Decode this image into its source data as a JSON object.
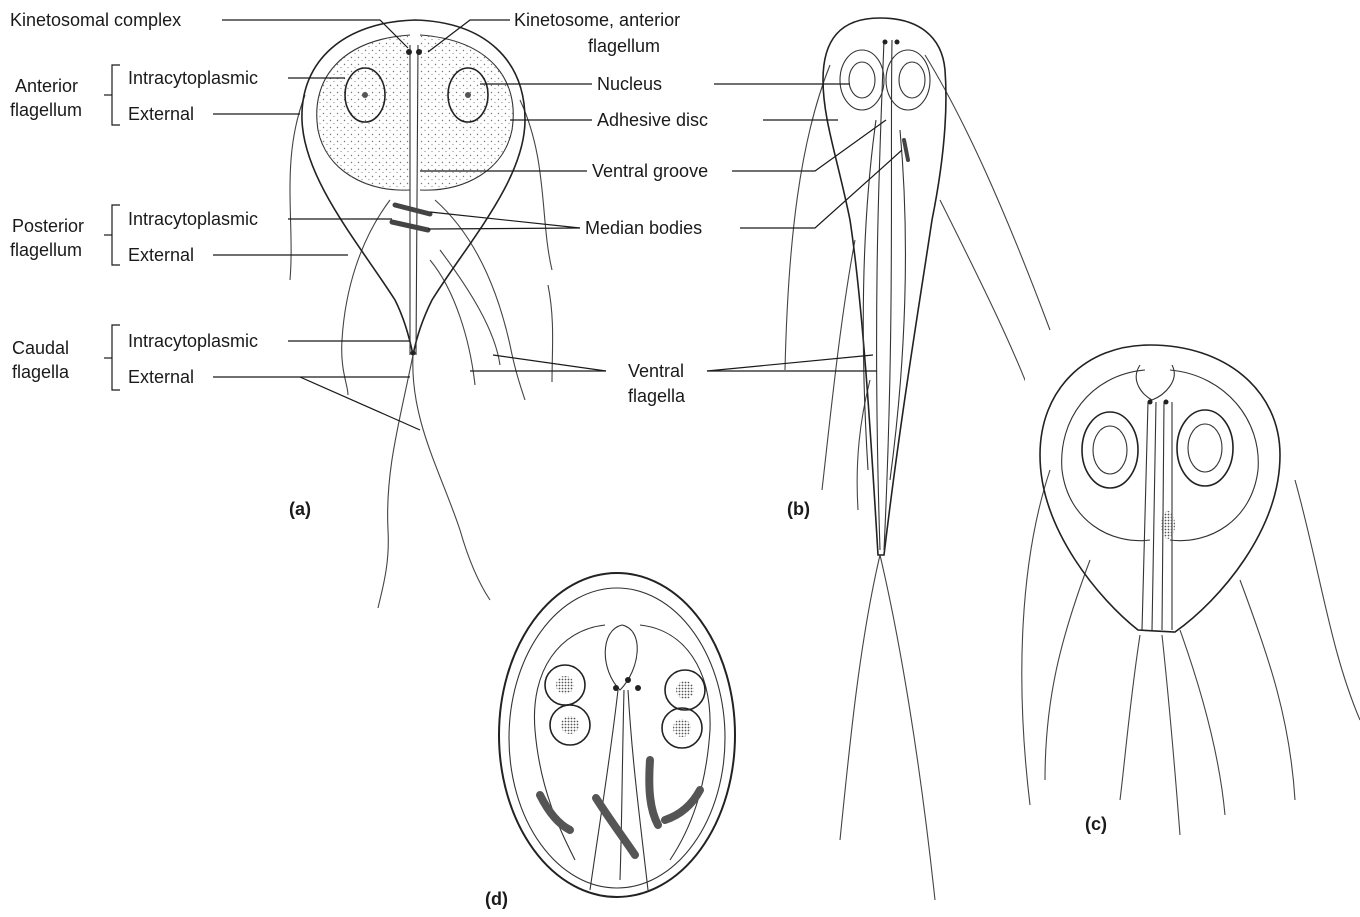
{
  "labels": {
    "kinetosomal_complex": "Kinetosomal complex",
    "kinetosome_line1": "Kinetosome, anterior",
    "kinetosome_line2": "flagellum",
    "anterior_flagellum_1": "Anterior",
    "anterior_flagellum_2": "flagellum",
    "intracytoplasmic": "Intracytoplasmic",
    "external": "External",
    "posterior_flagellum_1": "Posterior",
    "posterior_flagellum_2": "flagellum",
    "caudal_flagella_1": "Caudal",
    "caudal_flagella_2": "flagella",
    "nucleus": "Nucleus",
    "adhesive_disc": "Adhesive disc",
    "ventral_groove": "Ventral groove",
    "median_bodies": "Median bodies",
    "ventral_flagella_1": "Ventral",
    "ventral_flagella_2": "flagella"
  },
  "panels": {
    "a": "(a)",
    "b": "(b)",
    "c": "(c)",
    "d": "(d)"
  },
  "colors": {
    "ink": "#1a1a1a",
    "stipple": "#777777",
    "disc_shade": "#e6e6e6"
  }
}
